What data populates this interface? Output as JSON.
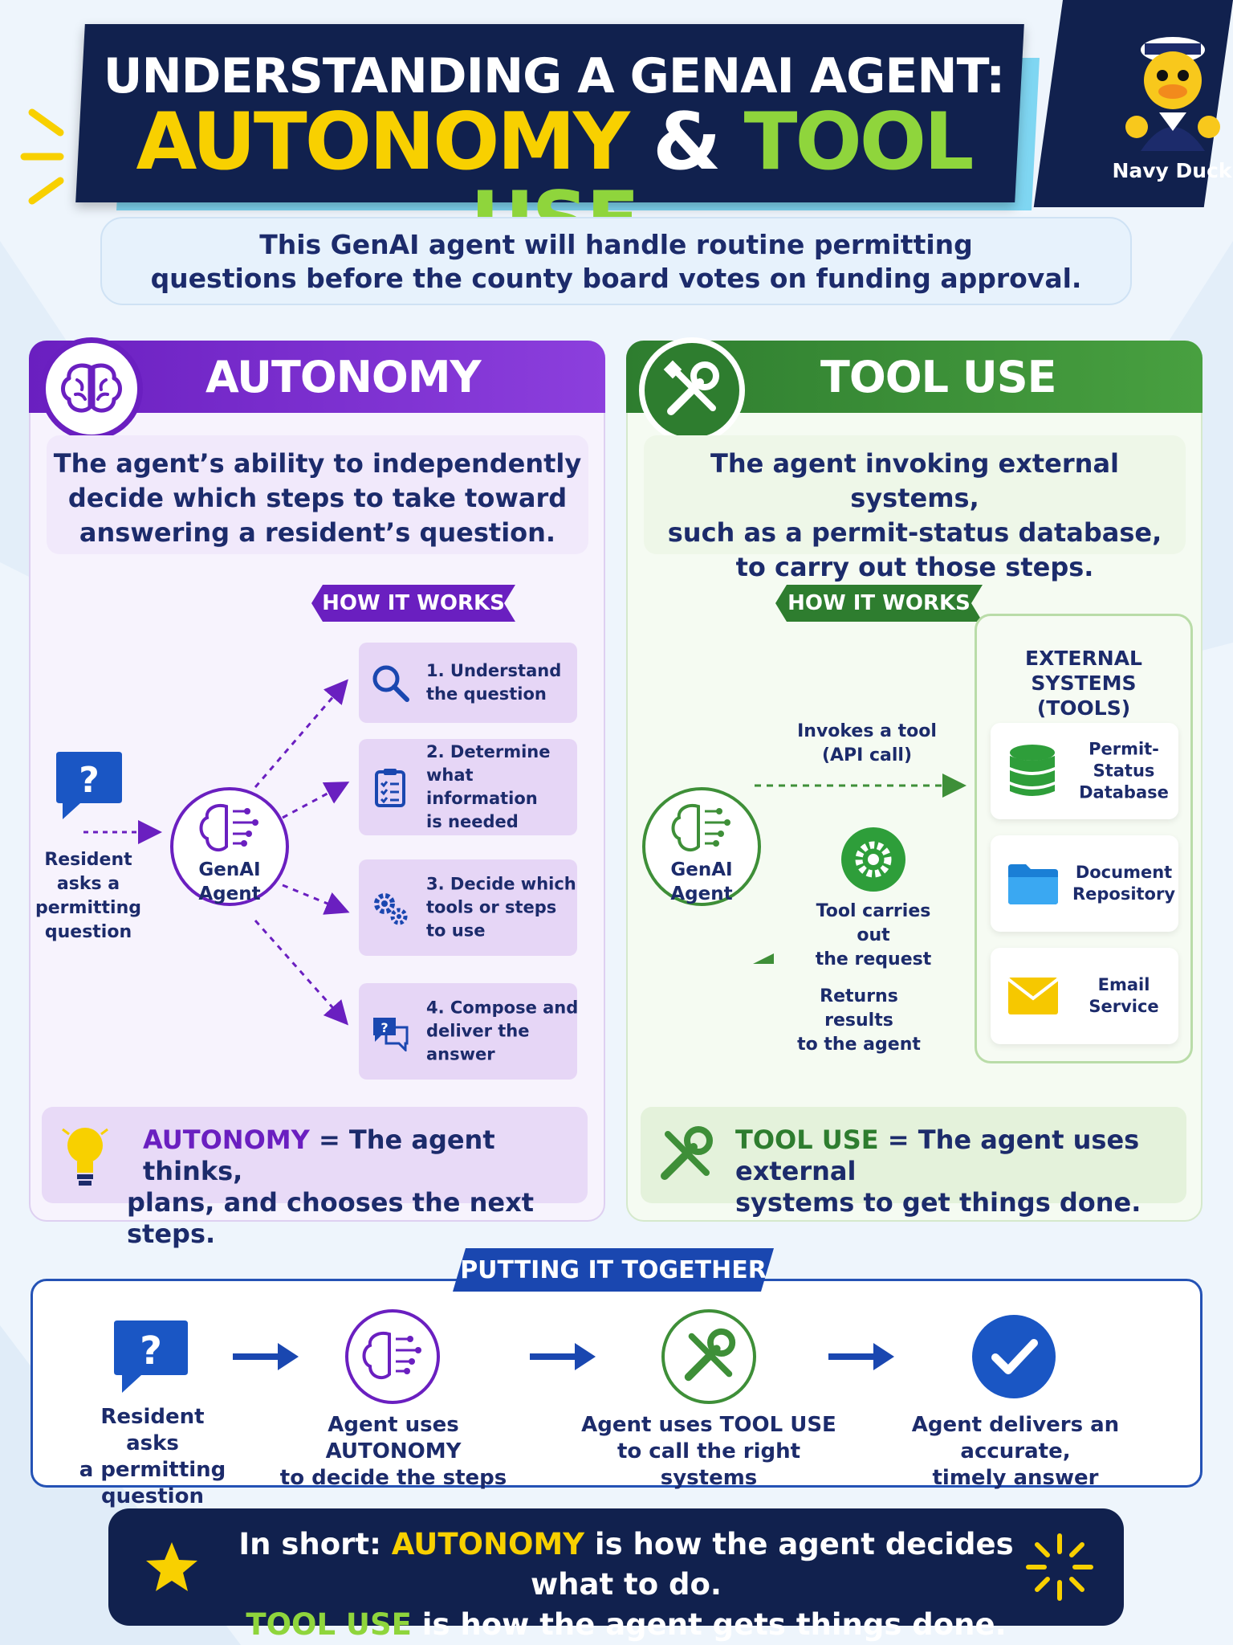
{
  "header": {
    "title_line1": "UNDERSTANDING A GENAI AGENT:",
    "title_autonomy": "AUTONOMY",
    "title_amp": "&",
    "title_tool_use": "TOOL USE",
    "mascot_name": "Navy Duck"
  },
  "subtitle": {
    "line1": "This GenAI agent will handle routine permitting",
    "line2": "questions before the county board votes on funding approval."
  },
  "autonomy": {
    "title": "AUTONOMY",
    "desc_line1": "The agent’s ability to independently",
    "desc_line2": "decide which steps to take toward",
    "desc_line3": "answering a resident’s question.",
    "how_label": "HOW IT WORKS",
    "resident_label_1": "Resident",
    "resident_label_2": "asks a",
    "resident_label_3": "permitting",
    "resident_label_4": "question",
    "agent_line1": "GenAI",
    "agent_line2": "Agent",
    "steps": [
      {
        "l1": "1. Understand",
        "l2": "the question",
        "l3": ""
      },
      {
        "l1": "2. Determine",
        "l2": "what information",
        "l3": "is needed"
      },
      {
        "l1": "3. Decide which",
        "l2": "tools or steps",
        "l3": "to use"
      },
      {
        "l1": "4. Compose and",
        "l2": "deliver the",
        "l3": "answer"
      }
    ],
    "summary_key": "AUTONOMY",
    "summary_rest1": " = The agent thinks,",
    "summary_rest2": "plans, and chooses the next steps."
  },
  "tool_use": {
    "title": "TOOL USE",
    "desc_line1": "The agent invoking external systems,",
    "desc_line2": "such as a permit-status database,",
    "desc_line3": "to carry out those steps.",
    "how_label": "HOW IT WORKS",
    "agent_line1": "GenAI",
    "agent_line2": "Agent",
    "invoke_1": "Invokes a tool",
    "invoke_2": "(API call)",
    "carry_1": "Tool carries out",
    "carry_2": "the request",
    "return_1": "Returns results",
    "return_2": "to the agent",
    "ext_title_1": "EXTERNAL SYSTEMS",
    "ext_title_2": "(TOOLS)",
    "systems": [
      {
        "l1": "Permit-Status",
        "l2": "Database",
        "icon": "database-icon",
        "color": "#2e9e3a"
      },
      {
        "l1": "Document",
        "l2": "Repository",
        "icon": "folder-icon",
        "color": "#2196e6"
      },
      {
        "l1": "Email",
        "l2": "Service",
        "icon": "envelope-icon",
        "color": "#f6c800"
      }
    ],
    "summary_key": "TOOL USE",
    "summary_rest1": " = The agent uses external",
    "summary_rest2": "systems to get things done."
  },
  "together": {
    "label": "PUTTING IT TOGETHER",
    "steps": [
      {
        "l1": "Resident asks",
        "l2": "a permitting",
        "l3": "question"
      },
      {
        "l1": "Agent uses AUTONOMY",
        "l2": "to decide the steps",
        "l3": ""
      },
      {
        "l1": "Agent uses TOOL USE",
        "l2": "to call the right systems",
        "l3": ""
      },
      {
        "l1": "Agent delivers an accurate,",
        "l2": "timely answer",
        "l3": ""
      }
    ]
  },
  "in_short": {
    "prefix": "In short: ",
    "autonomy": "AUTONOMY",
    "line1_rest": " is how the agent decides what to do.",
    "tool_use": "TOOL USE",
    "line2_rest": " is how the agent gets things done."
  },
  "colors": {
    "navy": "#11214e",
    "purple": "#6a1fc0",
    "green": "#2e7d2f",
    "yellow": "#f8d000",
    "lime": "#8fd53c",
    "blue": "#1a47b0"
  }
}
